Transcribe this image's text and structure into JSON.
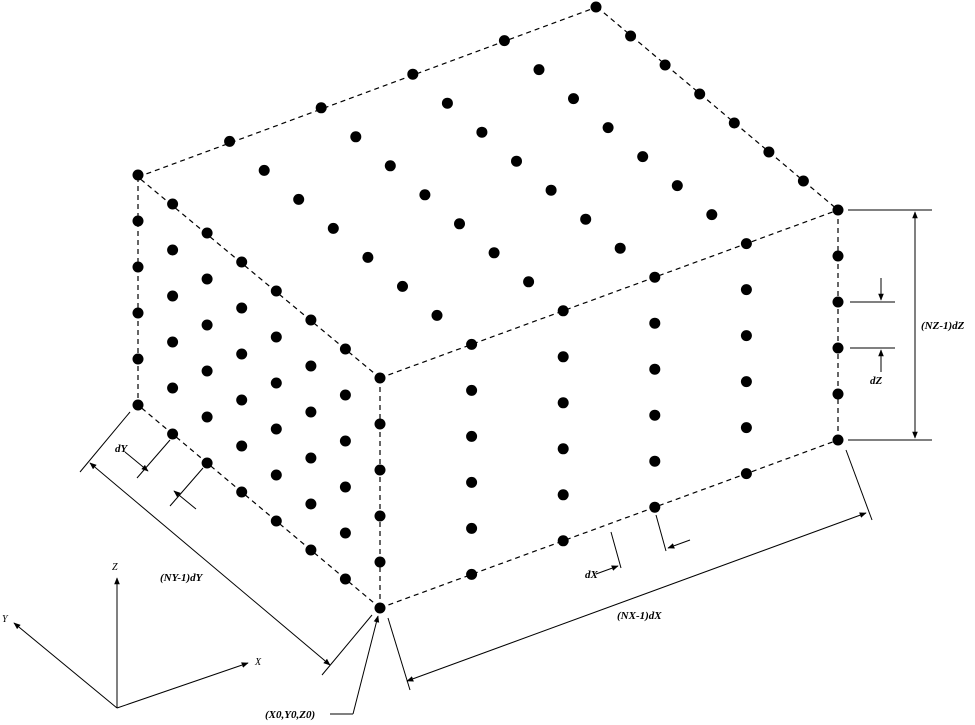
{
  "diagram": {
    "grid": {
      "nx": 6,
      "ny": 8,
      "nz": 6
    },
    "labels": {
      "nx_len": "(NX-1)dX",
      "ny_len": "(NY-1)dY",
      "nz_len": "(NZ-1)dZ",
      "dx": "dX",
      "dy": "dY",
      "dz": "dZ",
      "origin": "(X0,Y0,Z0)"
    },
    "axes": {
      "x": "X",
      "y": "Y",
      "z": "Z"
    },
    "colors": {
      "ink": "#000000",
      "background": "#ffffff"
    }
  }
}
